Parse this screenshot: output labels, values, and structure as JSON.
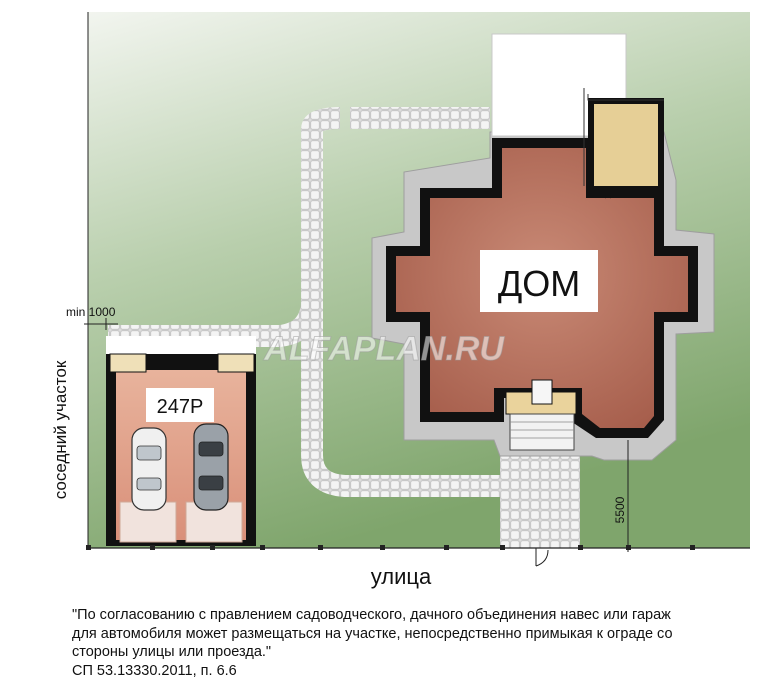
{
  "labels": {
    "house": "ДОМ",
    "garage": "247Р",
    "street": "улица",
    "neighbor": "соседний участок",
    "min_distance": "min 1000",
    "setback": "5500",
    "watermark": "ALFAPLAN.RU"
  },
  "quote": {
    "line1": "\"По согласованию с правлением садоводческого, дачного объединения навес или гараж",
    "line2": "для автомобиля может размещаться на участке, непосредственно примыкая к ограде со",
    "line3": "стороны улицы или проезда.\"",
    "reference": "СП 53.13330.2011, п. 6.6"
  },
  "colors": {
    "lawn": "#8fb07c",
    "lawn_light": "#dfe8d9",
    "house_fill": "#b56a58",
    "garage_fill": "#e2a48c",
    "wall": "#111111",
    "blind_area": "#c9c9c9",
    "path": "#d7d7d7",
    "terrace": "#e8d29a"
  }
}
